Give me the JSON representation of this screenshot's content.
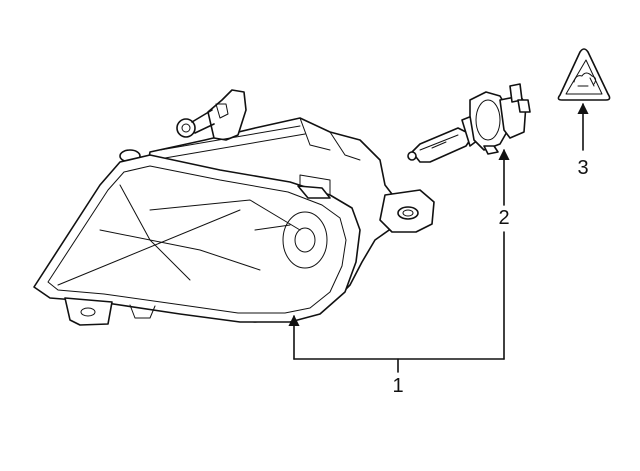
{
  "diagram": {
    "callouts": [
      {
        "id": "1",
        "label": "1"
      },
      {
        "id": "2",
        "label": "2"
      },
      {
        "id": "3",
        "label": "3"
      }
    ],
    "parts": [
      {
        "callout": "1",
        "icon": "fog-lamp-assembly-icon"
      },
      {
        "callout": "2",
        "icon": "halogen-bulb-icon"
      },
      {
        "callout": "3",
        "icon": "warning-label-icon"
      }
    ],
    "colors": {
      "line": "#111111",
      "background": "#ffffff"
    }
  }
}
